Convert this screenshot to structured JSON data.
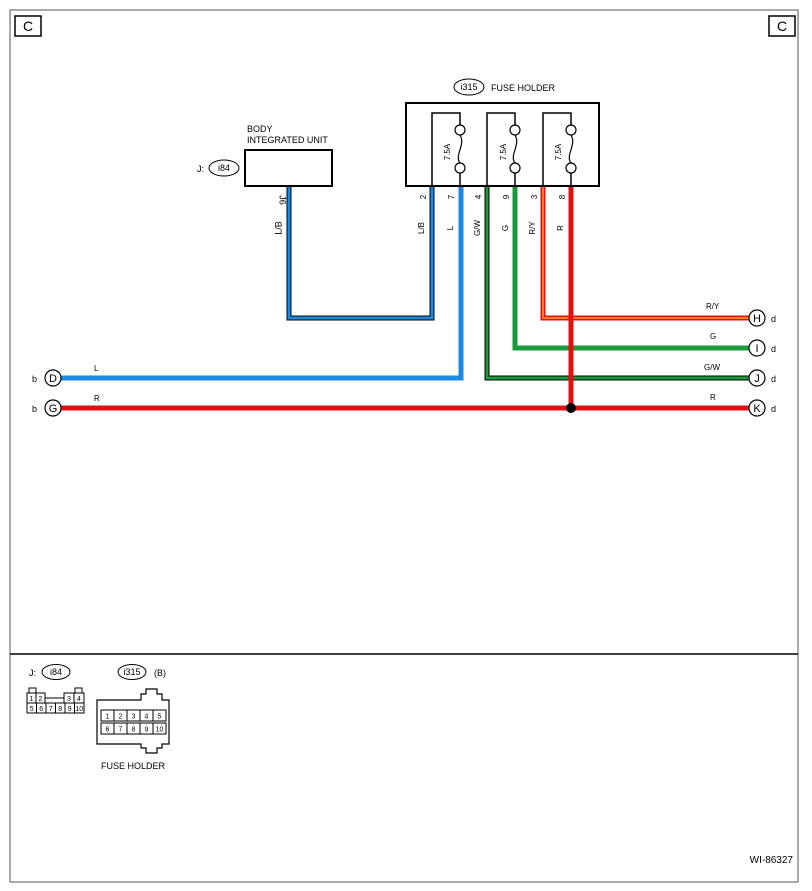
{
  "corner_markers": {
    "left": "C",
    "right": "C"
  },
  "fuse_holder": {
    "connector_id": "i315",
    "title": "FUSE HOLDER",
    "fuses": [
      {
        "rating": "7.5A",
        "pins": [
          "2",
          "7"
        ],
        "wires": [
          "L/B",
          "L"
        ]
      },
      {
        "rating": "7.5A",
        "pins": [
          "4",
          "9"
        ],
        "wires": [
          "G/W",
          "G"
        ]
      },
      {
        "rating": "7.5A",
        "pins": [
          "3",
          "8"
        ],
        "wires": [
          "R/Y",
          "R"
        ]
      }
    ]
  },
  "body_unit": {
    "title_line1": "BODY",
    "title_line2": "INTEGRATED UNIT",
    "connector_prefix": "J:",
    "connector_id": "i84",
    "pin": "J6",
    "wire": "L/B"
  },
  "left_connectors": [
    {
      "letter": "D",
      "page": "b",
      "wire": "L"
    },
    {
      "letter": "G",
      "page": "b",
      "wire": "R"
    }
  ],
  "right_connectors": [
    {
      "letter": "H",
      "page": "d",
      "wire": "R/Y"
    },
    {
      "letter": "I",
      "page": "d",
      "wire": "G"
    },
    {
      "letter": "J",
      "page": "d",
      "wire": "G/W"
    },
    {
      "letter": "K",
      "page": "d",
      "wire": "R"
    }
  ],
  "connector_views": {
    "i84": {
      "prefix": "J:",
      "id": "i84",
      "top_pins": [
        "1",
        "2",
        "3",
        "4"
      ],
      "bottom_pins": [
        "5",
        "6",
        "7",
        "8",
        "9",
        "10"
      ]
    },
    "i315": {
      "id": "i315",
      "variant": "(B)",
      "top_pins": [
        "1",
        "2",
        "3",
        "4",
        "5"
      ],
      "bottom_pins": [
        "6",
        "7",
        "8",
        "9",
        "10"
      ],
      "caption": "FUSE HOLDER"
    }
  },
  "figure_id": "WI-86327",
  "colors": {
    "blue": "#1a8ae0",
    "green": "#1a9a3a",
    "red": "#e01010",
    "orange": "#ff7a1a"
  }
}
